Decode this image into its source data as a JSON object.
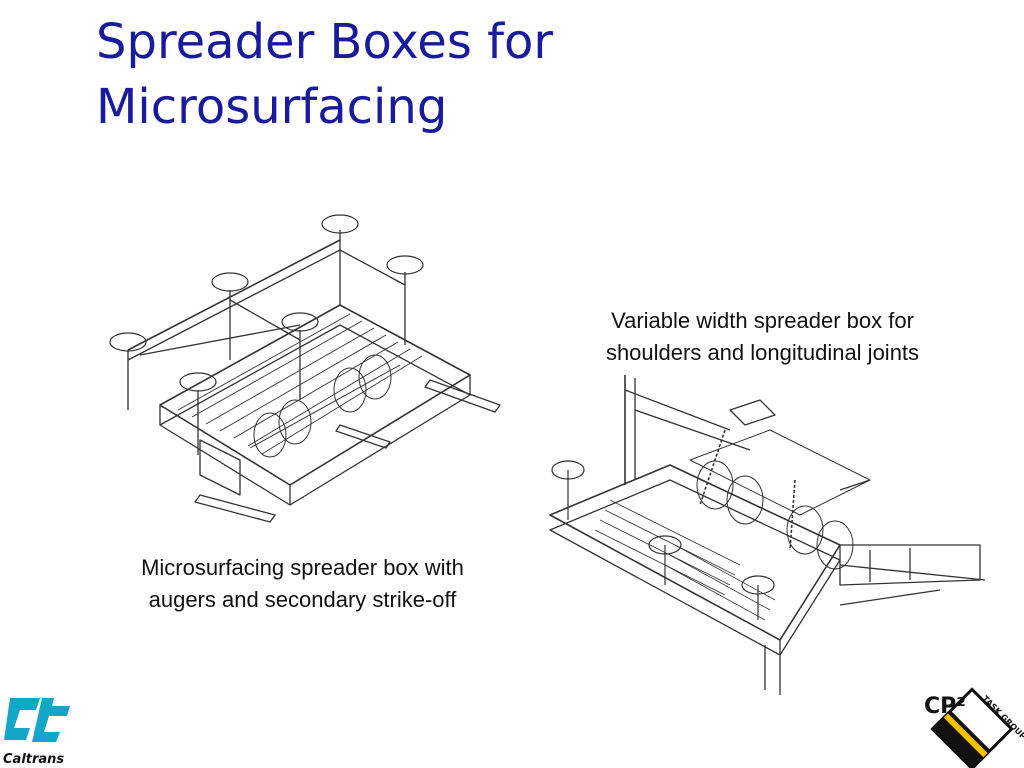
{
  "slide": {
    "title_line1": "Spreader Boxes for",
    "title_line2": "Microsurfacing"
  },
  "captions": {
    "right_line1": "Variable width spreader box for",
    "right_line2": "shoulders and longitudinal joints",
    "left_line1": "Microsurfacing spreader box with",
    "left_line2": "augers and secondary strike-off"
  },
  "logos": {
    "caltrans_text": "Caltrans",
    "cp2_text": "CP²",
    "task_group_text": "TASK GROUP"
  },
  "colors": {
    "title": "#1a1a9c",
    "caltrans": "#14a6c8",
    "cp2_yellow": "#f2c300"
  }
}
